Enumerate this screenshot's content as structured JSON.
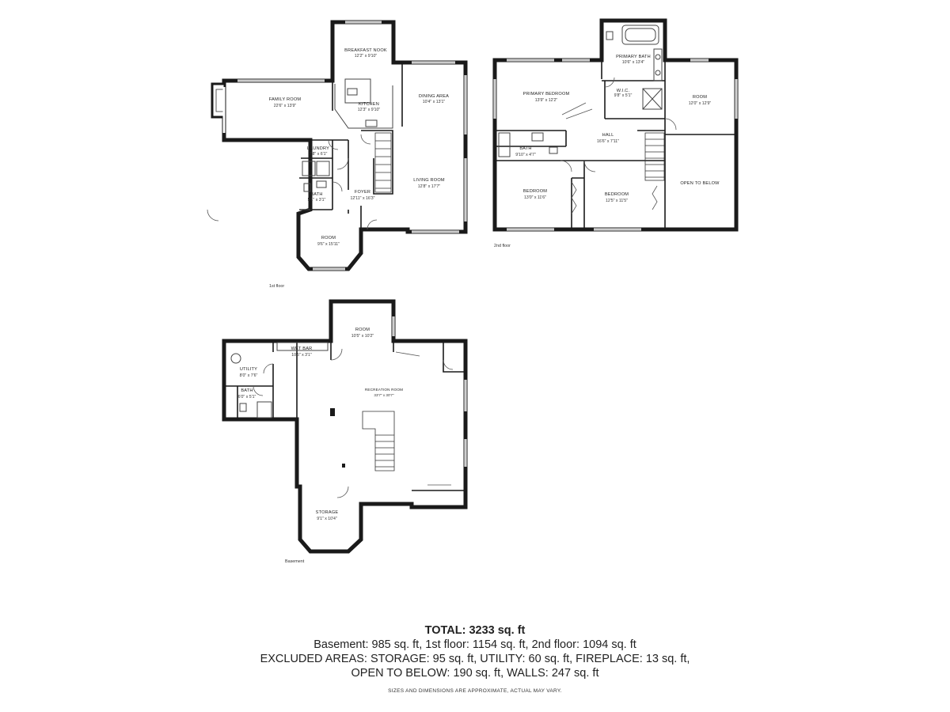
{
  "floors": {
    "first": {
      "label": "1st floor",
      "rooms": {
        "breakfast_nook": {
          "name": "BREAKFAST NOOK",
          "dims": "12'2\" x 9'10\""
        },
        "family_room": {
          "name": "FAMILY ROOM",
          "dims": "22'6\" x 13'9\""
        },
        "kitchen": {
          "name": "KITCHEN",
          "dims": "12'3\" x 9'10\""
        },
        "dining_area": {
          "name": "DINING AREA",
          "dims": "10'4\" x 13'1\""
        },
        "laundry": {
          "name": "LAUNDRY",
          "dims": "7'8\" x 6'1\""
        },
        "foyer": {
          "name": "FOYER",
          "dims": "12'11\" x 16'3\""
        },
        "living_room": {
          "name": "LIVING ROOM",
          "dims": "12'8\" x 17'7\""
        },
        "bath": {
          "name": "BATH",
          "dims": "5'1\" x 3'1\""
        },
        "room": {
          "name": "ROOM",
          "dims": "9'6\" x 15'11\""
        }
      }
    },
    "second": {
      "label": "2nd floor",
      "rooms": {
        "primary_bath": {
          "name": "PRIMARY BATH",
          "dims": "10'6\" x 13'4\""
        },
        "primary_bedroom": {
          "name": "PRIMARY BEDROOM",
          "dims": "13'9\" x 12'2\""
        },
        "wic": {
          "name": "W.I.C.",
          "dims": "9'8\" x 5'1\""
        },
        "room": {
          "name": "ROOM",
          "dims": "12'0\" x 12'9\""
        },
        "hall": {
          "name": "HALL",
          "dims": "16'6\" x 7'11\""
        },
        "bath": {
          "name": "BATH",
          "dims": "9'10\" x 4'7\""
        },
        "bedroom_1": {
          "name": "BEDROOM",
          "dims": "13'0\" x 11'6\""
        },
        "bedroom_2": {
          "name": "BEDROOM",
          "dims": "12'5\" x 11'5\""
        },
        "open_to_below": {
          "name": "OPEN TO BELOW",
          "dims": ""
        }
      }
    },
    "basement": {
      "label": "Basement",
      "rooms": {
        "room": {
          "name": "ROOM",
          "dims": "10'5\" x 10'2\""
        },
        "wet_bar": {
          "name": "WET BAR",
          "dims": "10'5\" x 3'1\""
        },
        "utility": {
          "name": "UTILITY",
          "dims": "8'0\" x 7'6\""
        },
        "bath": {
          "name": "BATH",
          "dims": "6'0\" x 5'1\""
        },
        "recreation_room": {
          "name": "RECREATION ROOM",
          "dims": "33'7\" x 30'7\""
        },
        "storage": {
          "name": "STORAGE",
          "dims": "9'1\" x 10'4\""
        }
      }
    }
  },
  "summary": {
    "total": "TOTAL: 3233 sq. ft",
    "line1": "Basement: 985 sq. ft, 1st floor: 1154 sq. ft, 2nd floor: 1094 sq. ft",
    "line2": "EXCLUDED AREAS: STORAGE: 95 sq. ft, UTILITY: 60 sq. ft, FIREPLACE: 13 sq. ft,",
    "line3": "OPEN TO BELOW: 190 sq. ft, WALLS: 247 sq. ft",
    "disclaimer": "SIZES AND DIMENSIONS ARE APPROXIMATE, ACTUAL MAY VARY."
  }
}
